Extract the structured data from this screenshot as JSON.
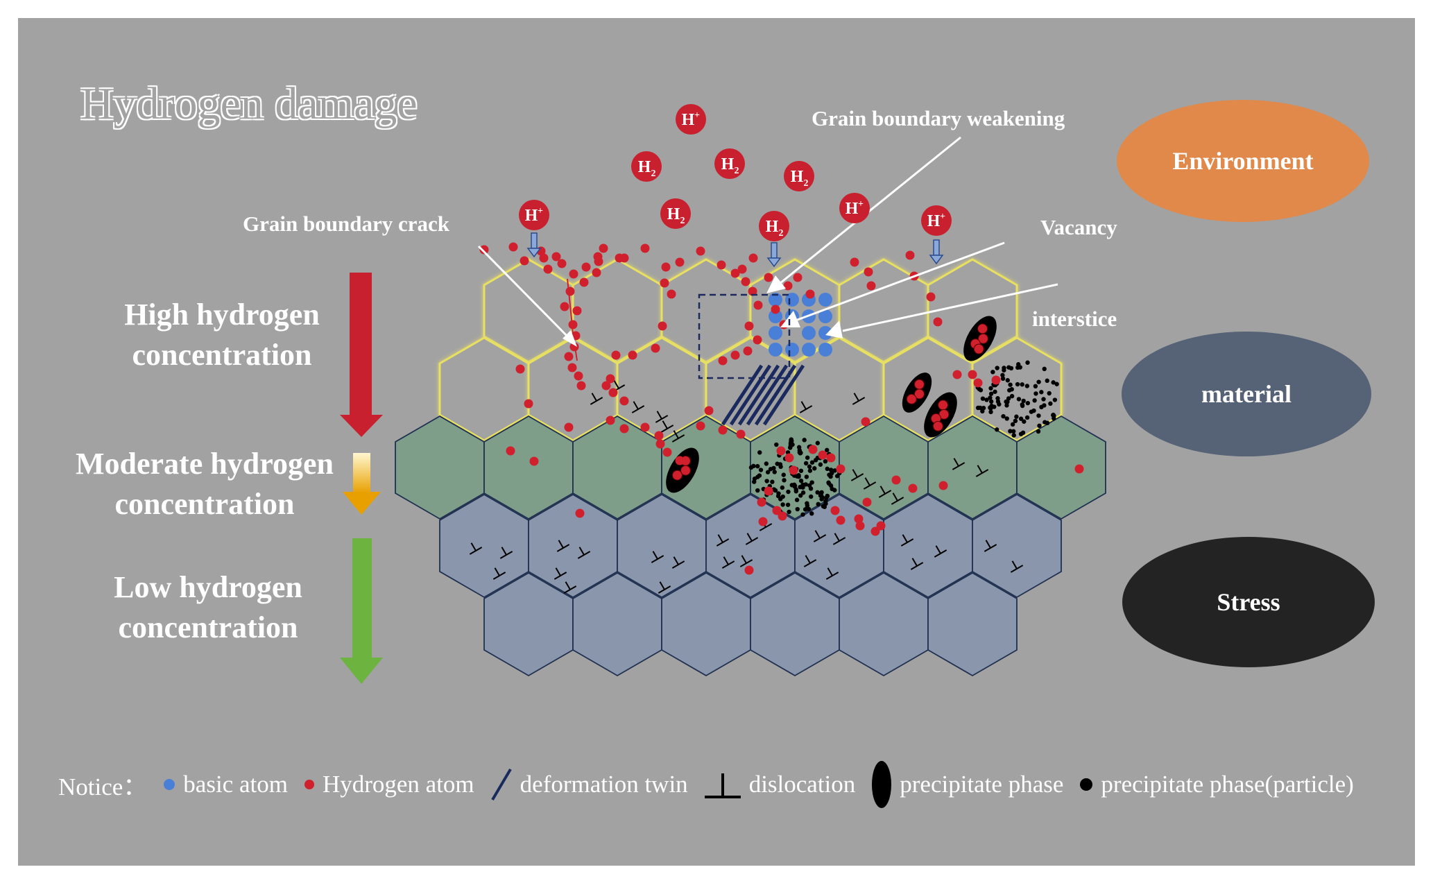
{
  "title": "Hydrogen damage",
  "concentration_levels": [
    {
      "line1": "High hydrogen",
      "line2": "concentration",
      "arrow_color": "#c8202e"
    },
    {
      "line1": "Moderate hydrogen",
      "line2": "concentration",
      "arrow_color": "#e8a000"
    },
    {
      "line1": "Low hydrogen",
      "line2": "concentration",
      "arrow_color": "#6db33f"
    }
  ],
  "callouts": {
    "grain_boundary_crack": "Grain boundary crack",
    "grain_boundary_weakening": "Grain boundary weakening",
    "vacancy": "Vacancy",
    "interstice": "interstice"
  },
  "species": {
    "h_plus": "H",
    "h_plus_sup": "+",
    "h2": "H",
    "h2_sub": "2"
  },
  "factors": [
    {
      "label": "Environment",
      "color": "#e0894a"
    },
    {
      "label": "material",
      "color": "#566275"
    },
    {
      "label": "Stress",
      "color": "#232323"
    }
  ],
  "legend": {
    "notice": "Notice：",
    "basic_atom": "basic atom",
    "hydrogen_atom": "Hydrogen atom",
    "deformation_twin": "deformation twin",
    "dislocation": "dislocation",
    "precipitate_phase": "precipitate phase",
    "precipitate_particle": "precipitate phase(particle)"
  },
  "colors": {
    "panel_background": "#a2a2a2",
    "hydrogen_atom": "#d0202e",
    "basic_atom": "#4a7fd8",
    "high_zone_grain": "#a2a2a2",
    "high_zone_outline": "#e8e060",
    "moderate_zone_grain": "#7e9e8a",
    "low_zone_grain": "#8a96ac",
    "twin_lines": "#1a2a5e",
    "precipitate": "#000000"
  }
}
